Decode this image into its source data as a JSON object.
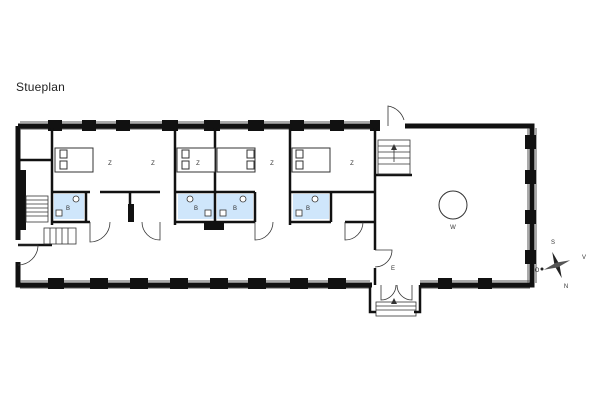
{
  "title": "Stueplan",
  "rooms": [
    {
      "label": "Z",
      "kind": "bedroom"
    },
    {
      "label": "Z",
      "kind": "bedroom"
    },
    {
      "label": "Z",
      "kind": "bedroom"
    },
    {
      "label": "Z",
      "kind": "bedroom"
    },
    {
      "label": "Z",
      "kind": "bedroom"
    },
    {
      "label": "B",
      "kind": "bathroom"
    },
    {
      "label": "B",
      "kind": "bathroom"
    },
    {
      "label": "B",
      "kind": "bathroom"
    },
    {
      "label": "B",
      "kind": "bathroom"
    },
    {
      "label": "W",
      "kind": "wellness"
    },
    {
      "label": "E",
      "kind": "entrance"
    }
  ],
  "compass": {
    "n": "N",
    "s": "S",
    "v": "V",
    "o": "O"
  },
  "colors": {
    "wall": "#111111",
    "bathroom": "#cfe6fb",
    "line": "#333333"
  }
}
